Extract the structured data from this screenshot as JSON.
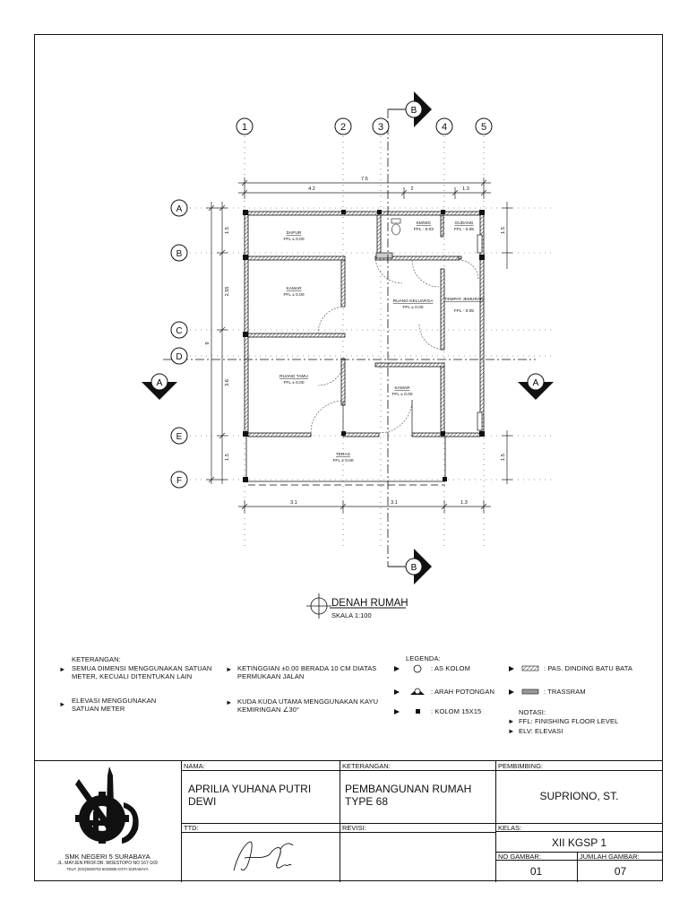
{
  "grid": {
    "columns": [
      "1",
      "2",
      "3",
      "4",
      "5"
    ],
    "rows": [
      "A",
      "B",
      "C",
      "D",
      "E",
      "F"
    ]
  },
  "dimensions": {
    "top_total": "7.5",
    "top_parts": [
      "4.2",
      "2",
      "1.3"
    ],
    "bottom_parts": [
      "3.1",
      "3.1",
      "1.3"
    ],
    "left_parts": [
      "1.5",
      "2.55",
      "3.6",
      "1.5"
    ],
    "left_total": "9",
    "right_parts": [
      "1.5",
      "1.5"
    ]
  },
  "rooms": [
    {
      "name": "DAPUR",
      "ffl": "FFL ± 0.00"
    },
    {
      "name": "KM/WC",
      "ffl": "FFL - 0.03"
    },
    {
      "name": "GUDANG",
      "ffl": "FFL - 0.05"
    },
    {
      "name": "KAMAR",
      "ffl": "FFL ± 0.00"
    },
    {
      "name": "RUANG KELUARGA",
      "ffl": "FFL ± 0.00"
    },
    {
      "name": "TEMPAT JEMURAN",
      "ffl": "FFL - 0.05"
    },
    {
      "name": "RUANG TAMU",
      "ffl": "FFL ± 0.00"
    },
    {
      "name": "KAMAR",
      "ffl": "FFL ± 0.00"
    },
    {
      "name": "TERAS",
      "ffl": "FFL ± 0.00"
    }
  ],
  "sections": {
    "a": "A",
    "b": "B"
  },
  "drawing": {
    "title": "DENAH RUMAH",
    "scale": "SKALA 1:100"
  },
  "notes": {
    "heading": "KETERANGAN:",
    "items": [
      "SEMUA DIMENSI MENGGUNAKAN SATUAN METER, KECUALI DITENTUKAN LAIN",
      "ELEVASI MENGGUNAKAN SATUAN METER",
      "KETINGGIAN ±0.00 BERADA 10 CM DIATAS PERMUKAAN JALAN",
      "KUDA KUDA UTAMA MENGGUNAKAN KAYU KEMIRINGAN ∠30°"
    ]
  },
  "legend": {
    "heading": "LEGENDA:",
    "items": [
      ": AS KOLOM",
      ": ARAH POTONGAN",
      ": KOLOM 15X15",
      ": PAS. DINDING BATU BATA",
      ": TRASSRAM"
    ],
    "notasi_heading": "NOTASI:",
    "notasi": [
      "FFL: FINISHING FLOOR LEVEL",
      "ELV: ELEVASI"
    ]
  },
  "title_block": {
    "school": "SMK NEGERI 5 SURABAYA",
    "address": "JL. MAYJEN PROF.DR. MOESTOPO NO 167-169",
    "contact": "TELP. (031)5028703 5034886 KOTA SURABAYA",
    "nama_label": "NAMA:",
    "nama_value": "APRILIA YUHANA PUTRI DEWI",
    "keterangan_label": "KETERANGAN:",
    "keterangan_value": "PEMBANGUNAN RUMAH TYPE 68",
    "pembimbing_label": "PEMBIMBING:",
    "pembimbing_value": "SUPRIONO, ST.",
    "ttd_label": "TTD:",
    "revisi_label": "REVISI:",
    "kelas_label": "KELAS:",
    "kelas_value": "XII KGSP 1",
    "no_gambar_label": "NO GAMBAR:",
    "no_gambar_value": "01",
    "jumlah_gambar_label": "JUMLAH GAMBAR:",
    "jumlah_gambar_value": "07"
  }
}
